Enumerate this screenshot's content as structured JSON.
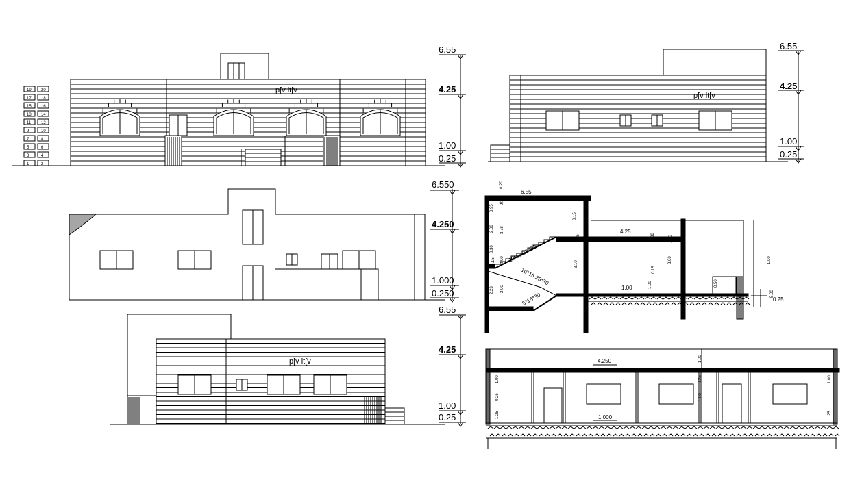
{
  "levels": {
    "top": "6.55",
    "roof": "4.25",
    "floor": "1.00",
    "ground": "0.25",
    "top_b": "6.550",
    "roof_b": "4.250",
    "floor_b": "1.000",
    "ground_b": "0.250"
  },
  "note": "p[v  lt[v",
  "stair_numbers": [
    "1",
    "2",
    "3",
    "4",
    "5",
    "6",
    "7",
    "8",
    "9",
    "10",
    "11",
    "12",
    "13",
    "14",
    "15",
    "16",
    "17",
    "18",
    "19",
    "20"
  ],
  "section_a": {
    "top_level": "6.55",
    "roof_level": "4.25",
    "floor_level": "1.00",
    "ground_level": "0.25",
    "stair_labels": [
      "10*16.25*30",
      "10*16.25*30",
      "5*15*30"
    ],
    "dims": [
      "0.20",
      "0.15",
      "0.95",
      "2.00",
      "0.15",
      "3.78",
      "0.30",
      "0.15",
      "2.00",
      "2.23",
      "2.00",
      "0.15",
      "3.10",
      "0.15",
      "1.00",
      "0.30",
      "0.15",
      "3.00",
      "1.50",
      "1.00",
      "0.50",
      "5.00",
      "1.00",
      "1.00"
    ]
  },
  "section_b": {
    "roof_level": "4.250",
    "floor_level": "1.000",
    "dims": [
      "1.00",
      "0.25",
      "1.25",
      "1.00",
      "0.25",
      "1.00",
      "1.25",
      "1.00"
    ]
  },
  "colors": {
    "line": "#000000",
    "background": "#ffffff"
  }
}
